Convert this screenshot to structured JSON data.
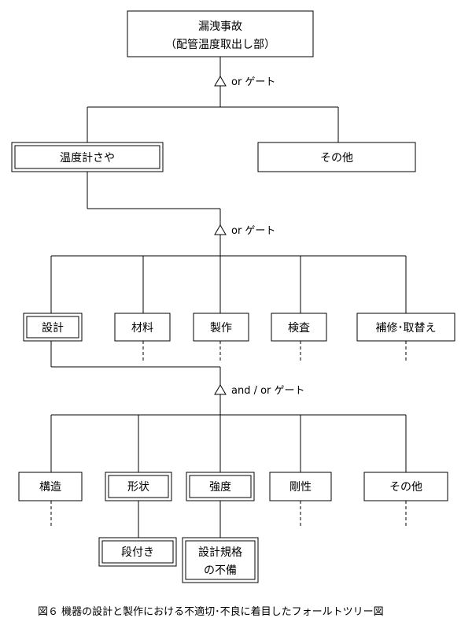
{
  "top_event": {
    "line1": "漏洩事故",
    "line2": "（配管温度取出し部）"
  },
  "gates": {
    "gate1": "or ゲート",
    "gate2": "or ゲート",
    "gate3": "and / or ゲート"
  },
  "level1": {
    "thermowell": "温度計さや",
    "other": "その他"
  },
  "level2": {
    "design": "設計",
    "material": "材料",
    "manufacturing": "製作",
    "inspection": "検査",
    "repair": "補修･取替え"
  },
  "level3": {
    "structure": "構造",
    "shape": "形状",
    "strength": "強度",
    "rigidity": "剛性",
    "other": "その他"
  },
  "level4": {
    "stepped": "段付き",
    "spec_line1": "設計規格",
    "spec_line2": "の不備"
  },
  "caption": "図６ 機器の設計と製作における不適切･不良に着目したフォールトツリー図"
}
